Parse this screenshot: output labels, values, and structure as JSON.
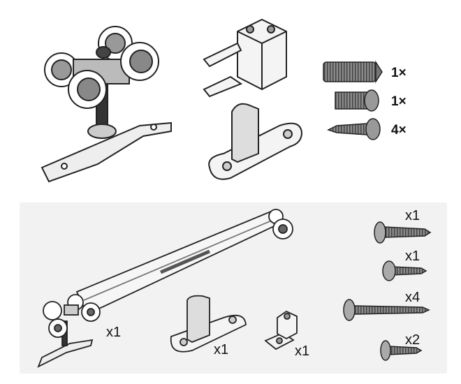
{
  "top_kit": {
    "quantities": [
      "1×",
      "1×",
      "4×"
    ]
  },
  "bottom_kit": {
    "soft_close_trolley_qty": "x1",
    "floor_guide_qty": "x1",
    "stopper_qty": "x1",
    "screw_quantities": [
      "x1",
      "x1",
      "x4",
      "x2"
    ]
  }
}
